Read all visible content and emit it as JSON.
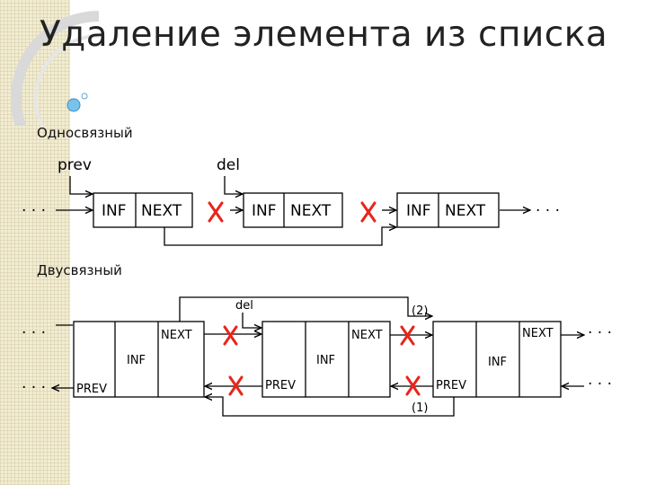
{
  "title": "Удаление элемента из списка",
  "sections": {
    "singly": "Односвязный",
    "doubly": "Двусвязный"
  },
  "singly": {
    "prev_label": "prev",
    "del_label": "del",
    "inf": "INF",
    "next": "NEXT",
    "dots_left": "· · ·",
    "dots_right": "· · ·"
  },
  "doubly": {
    "del_label": "del",
    "inf": "INF",
    "next": "NEXT",
    "prev": "PREV",
    "step1": "(1)",
    "step2": "(2)",
    "dots": "· · ·"
  },
  "colors": {
    "cross": "#e8251b",
    "line": "#000000"
  }
}
